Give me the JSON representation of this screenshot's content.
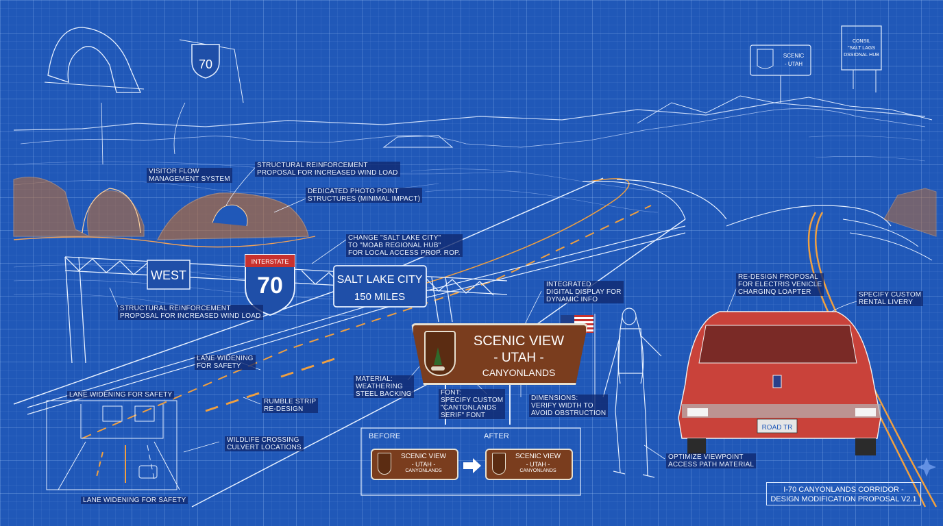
{
  "interstate_sign": {
    "header": "INTERSTATE",
    "number": "70"
  },
  "gantry": {
    "direction": "WEST",
    "destination": "SALT LAKE CITY",
    "distance": "150 MILES"
  },
  "scenic_sign": {
    "line1": "SCENIC VIEW",
    "line2": "- UTAH -",
    "line3": "CANYONLANDS"
  },
  "comparison": {
    "before_label": "BEFORE",
    "after_label": "AFTER",
    "before_line1": "SCENIC VIEW",
    "before_line2": "- UTAH -",
    "before_line3": "CANYONLANDS",
    "after_line1": "SCENIC VIEW",
    "after_line2": "- UTAH -",
    "after_line3": "CANYONLANDS"
  },
  "small_shield_number": "70",
  "nps_sign_top": {
    "line1": "SCENIC",
    "line2": "- UTAH"
  },
  "distant_sign": {
    "line1": "CONSIL",
    "line2": "\"SALT LAGS",
    "line3": "DSSIONAL HUB"
  },
  "license_plate": "ROAD TR",
  "annotations": {
    "visitor_flow": [
      "VISITOR FLOW",
      "MANAGEMENT SYSTEM"
    ],
    "structural_top": [
      "STRUCTURAL REINFORCEMENT",
      "PROPOSAL FOR INCREASED WIND LOAD"
    ],
    "photo_point": [
      "DEDICATED PHOTO POINT",
      "STRUCTURES (MINIMAL IMPACT)"
    ],
    "change_slc": [
      "CHANGE \"SALT LAKE CITY\"",
      "TO \"MOAB REGIONAL HUB\"",
      "FOR LOCAL ACCESS PROP. ROP."
    ],
    "structural_left": [
      "STRUCTURAL REINFORCEMENT",
      "PROPOSAL FOR INCREASED WIND LOAD"
    ],
    "integrated_display": [
      "INTEGRATED",
      "DIGITAL DISPLAY FOR",
      "DYNAMIC INFO"
    ],
    "ev_charging": [
      "RE-DESIGN PROPOSAL",
      "FOR ELECTRIS VENICLE",
      "CHARGINQ LOAPTER"
    ],
    "rental_livery": [
      "SPECIFY CUSTOM",
      "RENTAL LIVERY"
    ],
    "lane_widening_mid": [
      "LANE WIDENING",
      "FOR SAFETY"
    ],
    "material": [
      "MATERIAL:",
      "WEATHERING",
      "STEEL BACKING"
    ],
    "font": [
      "FONT:",
      "SPECIFY CUSTOM",
      "\"CANTONLANDS",
      "SERIF\" FONT"
    ],
    "dimensions": [
      "DIMENSIONS:",
      "VERIFY WIDTH TO",
      "AVOID OBSTRUCTION"
    ],
    "lane_widening_left": [
      "LANE WIDENING FOR SAFETY"
    ],
    "rumble_strip": [
      "RUMBLE STRIP",
      "RE-DESIGN"
    ],
    "wildlife": [
      "WILDLIFE CROSSING",
      "CULVERT LOCATIONS"
    ],
    "lane_widening_bottom": [
      "LANE WIDENING FOR SAFETY"
    ],
    "viewpoint": [
      "OPTIMIZE VIEWPOINT",
      "ACCESS PATH MATERIAL"
    ]
  },
  "title_block": {
    "line1": "I-70 CANYONLANDS CORRIDOR -",
    "line2": "DESIGN MODIFICATION PROPOSAL V2.1"
  },
  "colors": {
    "blueprint": "#2058b8",
    "line": "#dbe9ff",
    "rock_orange": "#d98a3a",
    "sign_brown": "#7a3d1e",
    "car_red": "#c9423a",
    "shield_blue": "#1f4fa8",
    "shield_red": "#c8312e"
  }
}
